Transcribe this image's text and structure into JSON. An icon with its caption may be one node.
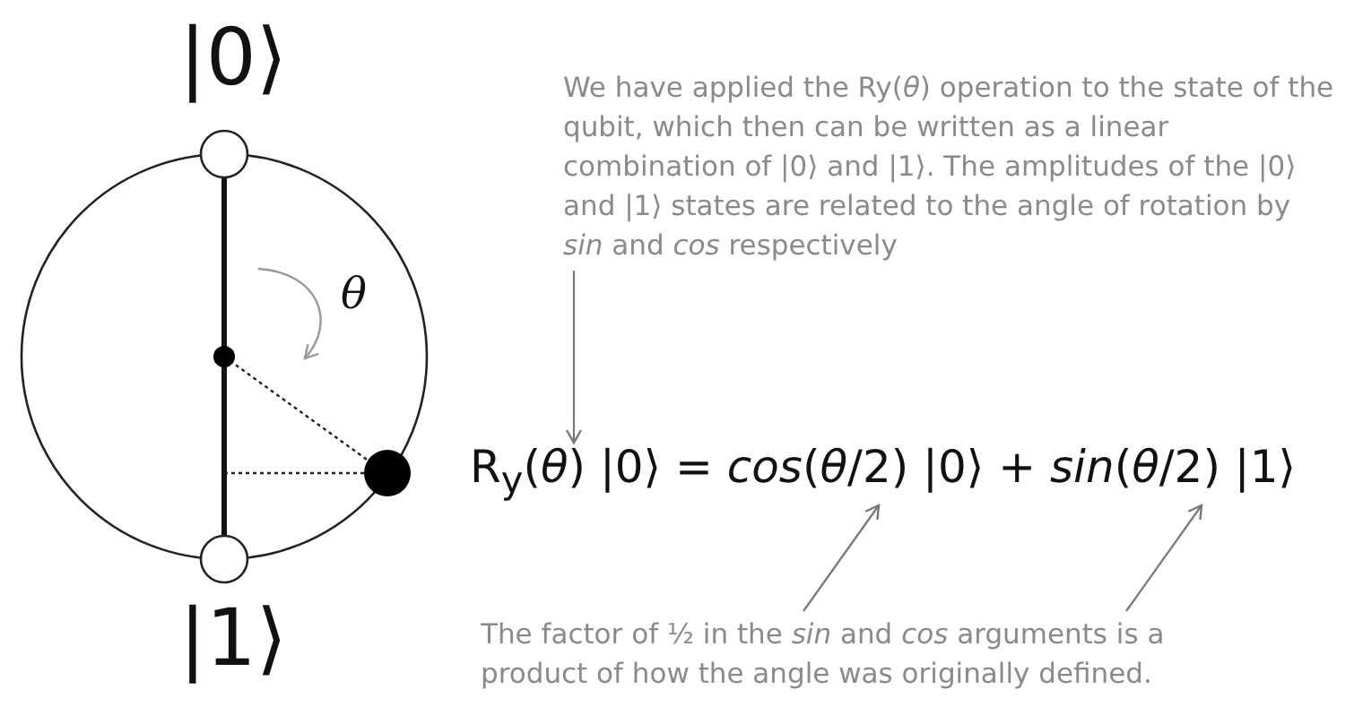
{
  "diagram": {
    "nodes": [
      {
        "text": [
          "We have applied the Ry(*θ*) operation to the state of the qubit, which then can be written as a linear combination of |0⟩ and |1⟩. The amplitudes of the |0⟩ and |1⟩ states are related to the angle of rotation by *sin* and *cos* respectively"
        ]
      },
      {
        "text": [
          "R$_{y}$(*θ*) |0⟩ = *cos*(*θ*/2) |0⟩ + *sin*(*θ*/2) |1⟩"
        ]
      },
      {
        "text": [
          "The factor of ½ in the *sin* and *cos* arguments is a product of how the angle was originally defined."
        ]
      }
    ],
    "edges": [
      {
        "from": 0,
        "to": 1,
        "arrow": "to"
      },
      {
        "from": 2,
        "to": 1,
        "arrow": "to"
      },
      {
        "from": 2,
        "to": 1,
        "arrow": "to"
      }
    ],
    "labels": [
      "|0⟩",
      "θ",
      "|1⟩"
    ]
  }
}
